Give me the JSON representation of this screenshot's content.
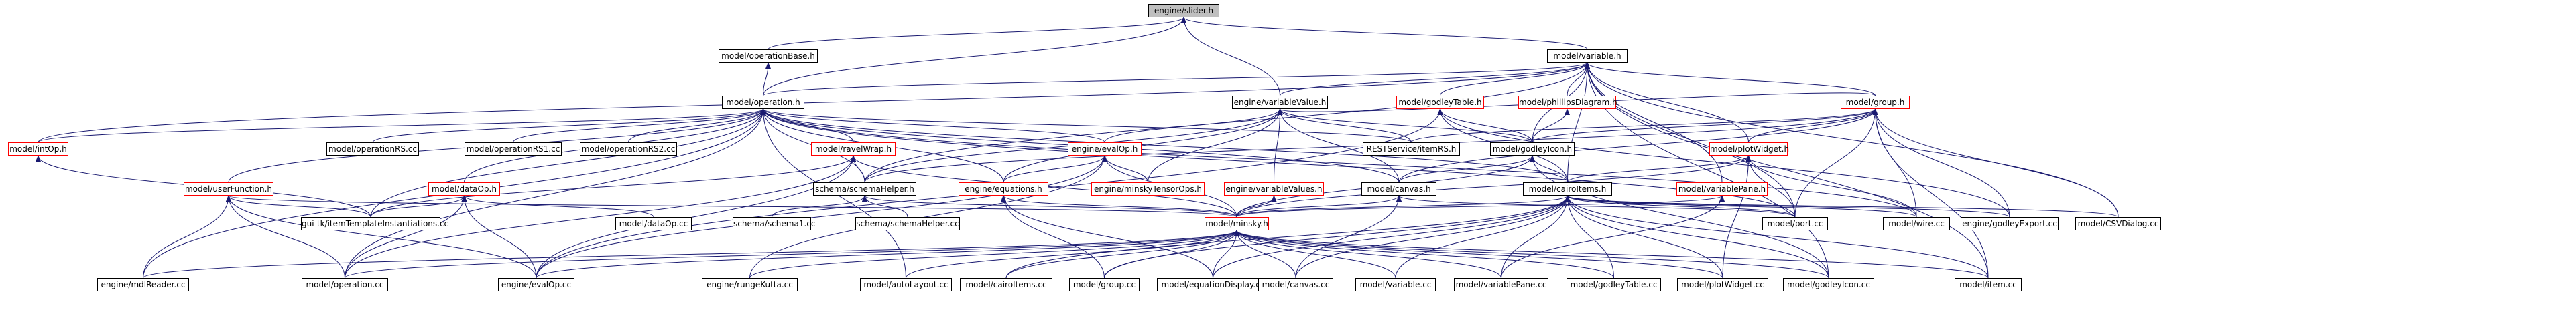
{
  "graph": {
    "nodes": [
      {
        "id": "slider",
        "label": "engine/slider.h",
        "style": "gray"
      },
      {
        "id": "opbase",
        "label": "model/operationBase.h",
        "style": "normal"
      },
      {
        "id": "variable",
        "label": "model/variable.h",
        "style": "normal"
      },
      {
        "id": "operation",
        "label": "model/operation.h",
        "style": "normal"
      },
      {
        "id": "varvalue",
        "label": "engine/variableValue.h",
        "style": "normal"
      },
      {
        "id": "godleytable",
        "label": "model/godleyTable.h",
        "style": "red"
      },
      {
        "id": "phillips",
        "label": "model/phillipsDiagram.h",
        "style": "red"
      },
      {
        "id": "group",
        "label": "model/group.h",
        "style": "red"
      },
      {
        "id": "intop",
        "label": "model/intOp.h",
        "style": "red"
      },
      {
        "id": "oprs",
        "label": "model/operationRS.cc",
        "style": "normal"
      },
      {
        "id": "oprs1",
        "label": "model/operationRS1.cc",
        "style": "normal"
      },
      {
        "id": "oprs2",
        "label": "model/operationRS2.cc",
        "style": "normal"
      },
      {
        "id": "ravelwrap",
        "label": "model/ravelWrap.h",
        "style": "red"
      },
      {
        "id": "evalop",
        "label": "engine/evalOp.h",
        "style": "red"
      },
      {
        "id": "restservice",
        "label": "RESTService/itemRS.h",
        "style": "normal"
      },
      {
        "id": "godleyicon",
        "label": "model/godleyIcon.h",
        "style": "normal"
      },
      {
        "id": "plotwidget",
        "label": "model/plotWidget.h",
        "style": "red"
      },
      {
        "id": "userfunc",
        "label": "model/userFunction.h",
        "style": "red"
      },
      {
        "id": "dataop",
        "label": "model/dataOp.h",
        "style": "red"
      },
      {
        "id": "schemahelper",
        "label": "schema/schemaHelper.h",
        "style": "normal"
      },
      {
        "id": "equations",
        "label": "engine/equations.h",
        "style": "red"
      },
      {
        "id": "minskytensor",
        "label": "engine/minskyTensorOps.h",
        "style": "red"
      },
      {
        "id": "varvalues",
        "label": "engine/variableValues.h",
        "style": "red"
      },
      {
        "id": "canvash",
        "label": "model/canvas.h",
        "style": "normal"
      },
      {
        "id": "cairoitemsh",
        "label": "model/cairoItems.h",
        "style": "normal"
      },
      {
        "id": "varpane",
        "label": "model/variablePane.h",
        "style": "red"
      },
      {
        "id": "guitk",
        "label": "gui-tk/itemTemplateInstantiations.cc",
        "style": "normal"
      },
      {
        "id": "dataopcc",
        "label": "model/dataOp.cc",
        "style": "normal"
      },
      {
        "id": "schema1",
        "label": "schema/schema1.cc",
        "style": "normal"
      },
      {
        "id": "schemahelpercc",
        "label": "schema/schemaHelper.cc",
        "style": "normal"
      },
      {
        "id": "minsky",
        "label": "model/minsky.h",
        "style": "red"
      },
      {
        "id": "portcc",
        "label": "model/port.cc",
        "style": "normal"
      },
      {
        "id": "wirecc",
        "label": "model/wire.cc",
        "style": "normal"
      },
      {
        "id": "godleyexport",
        "label": "engine/godleyExport.cc",
        "style": "normal"
      },
      {
        "id": "csvdialog",
        "label": "model/CSVDialog.cc",
        "style": "normal"
      },
      {
        "id": "mdlreader",
        "label": "engine/mdlReader.cc",
        "style": "normal"
      },
      {
        "id": "operationcc",
        "label": "model/operation.cc",
        "style": "normal"
      },
      {
        "id": "evalopcc",
        "label": "engine/evalOp.cc",
        "style": "normal"
      },
      {
        "id": "rungekutta",
        "label": "engine/rungeKutta.cc",
        "style": "normal"
      },
      {
        "id": "autolayout",
        "label": "model/autoLayout.cc",
        "style": "normal"
      },
      {
        "id": "cairoitemscc",
        "label": "model/cairoItems.cc",
        "style": "normal"
      },
      {
        "id": "groupcc",
        "label": "model/group.cc",
        "style": "normal"
      },
      {
        "id": "eqdisplay",
        "label": "model/equationDisplay.cc",
        "style": "normal"
      },
      {
        "id": "canvascc",
        "label": "model/canvas.cc",
        "style": "normal"
      },
      {
        "id": "variablecc",
        "label": "model/variable.cc",
        "style": "normal"
      },
      {
        "id": "varpanecc",
        "label": "model/variablePane.cc",
        "style": "normal"
      },
      {
        "id": "godleytablecc",
        "label": "model/godleyTable.cc",
        "style": "normal"
      },
      {
        "id": "plotwidgetcc",
        "label": "model/plotWidget.cc",
        "style": "normal"
      },
      {
        "id": "godleyiconcc",
        "label": "model/godleyIcon.cc",
        "style": "normal"
      },
      {
        "id": "itemcc",
        "label": "model/item.cc",
        "style": "normal"
      }
    ],
    "edges": [
      [
        "opbase",
        "slider"
      ],
      [
        "variable",
        "slider"
      ],
      [
        "operation",
        "slider"
      ],
      [
        "varvalue",
        "slider"
      ],
      [
        "operation",
        "opbase"
      ],
      [
        "operation",
        "variable"
      ],
      [
        "varvalue",
        "variable"
      ],
      [
        "godleytable",
        "variable"
      ],
      [
        "phillips",
        "variable"
      ],
      [
        "group",
        "variable"
      ],
      [
        "intop",
        "variable"
      ],
      [
        "godleyicon",
        "variable"
      ],
      [
        "plotwidget",
        "variable"
      ],
      [
        "cairoitemsh",
        "variable"
      ],
      [
        "varpane",
        "variable"
      ],
      [
        "portcc",
        "variable"
      ],
      [
        "itemcc",
        "variable"
      ],
      [
        "schemahelper",
        "variable"
      ],
      [
        "csvdialog",
        "variable"
      ],
      [
        "godleyiconcc",
        "variable"
      ],
      [
        "intop",
        "operation"
      ],
      [
        "oprs",
        "operation"
      ],
      [
        "oprs1",
        "operation"
      ],
      [
        "oprs2",
        "operation"
      ],
      [
        "ravelwrap",
        "operation"
      ],
      [
        "evalop",
        "operation"
      ],
      [
        "userfunc",
        "operation"
      ],
      [
        "dataop",
        "operation"
      ],
      [
        "schemahelper",
        "operation"
      ],
      [
        "equations",
        "operation"
      ],
      [
        "guitk",
        "operation"
      ],
      [
        "operationcc",
        "operation"
      ],
      [
        "cairoitemsh",
        "operation"
      ],
      [
        "canvash",
        "operation"
      ],
      [
        "portcc",
        "operation"
      ],
      [
        "wirecc",
        "operation"
      ],
      [
        "mdlreader",
        "operation"
      ],
      [
        "autolayout",
        "operation"
      ],
      [
        "restservice",
        "operation"
      ],
      [
        "evalop",
        "varvalue"
      ],
      [
        "godleyicon",
        "varvalue"
      ],
      [
        "schemahelper",
        "varvalue"
      ],
      [
        "minskytensor",
        "varvalue"
      ],
      [
        "varvalues",
        "varvalue"
      ],
      [
        "equations",
        "varvalue"
      ],
      [
        "group",
        "varvalue"
      ],
      [
        "restservice",
        "varvalue"
      ],
      [
        "canvash",
        "varvalue"
      ],
      [
        "godleyicon",
        "godleytable"
      ],
      [
        "cairoitemsh",
        "godleytable"
      ],
      [
        "godleyexport",
        "godleytable"
      ],
      [
        "evalopcc",
        "godleytable"
      ],
      [
        "godleyicon",
        "phillips"
      ],
      [
        "restservice",
        "group"
      ],
      [
        "godleyicon",
        "group"
      ],
      [
        "plotwidget",
        "group"
      ],
      [
        "schemahelper",
        "group"
      ],
      [
        "wirecc",
        "group"
      ],
      [
        "portcc",
        "group"
      ],
      [
        "godleyexport",
        "group"
      ],
      [
        "csvdialog",
        "group"
      ],
      [
        "itemcc",
        "group"
      ],
      [
        "canvash",
        "group"
      ],
      [
        "guitk",
        "intop"
      ],
      [
        "guitk",
        "ravelwrap"
      ],
      [
        "schemahelper",
        "ravelwrap"
      ],
      [
        "evalopcc",
        "ravelwrap"
      ],
      [
        "operationcc",
        "ravelwrap"
      ],
      [
        "minsky",
        "ravelwrap"
      ],
      [
        "equations",
        "evalop"
      ],
      [
        "minskytensor",
        "evalop"
      ],
      [
        "rungekutta",
        "evalop"
      ],
      [
        "minsky",
        "evalop"
      ],
      [
        "evalopcc",
        "evalop"
      ],
      [
        "canvash",
        "godleyicon"
      ],
      [
        "cairoitemsh",
        "godleyicon"
      ],
      [
        "minsky",
        "godleyicon"
      ],
      [
        "godleyiconcc",
        "godleyicon"
      ],
      [
        "cairoitemsh",
        "plotwidget"
      ],
      [
        "minsky",
        "plotwidget"
      ],
      [
        "portcc",
        "plotwidget"
      ],
      [
        "wirecc",
        "plotwidget"
      ],
      [
        "plotwidgetcc",
        "plotwidget"
      ],
      [
        "guitk",
        "userfunc"
      ],
      [
        "mdlreader",
        "userfunc"
      ],
      [
        "operationcc",
        "userfunc"
      ],
      [
        "evalopcc",
        "userfunc"
      ],
      [
        "minsky",
        "userfunc"
      ],
      [
        "guitk",
        "dataop"
      ],
      [
        "dataopcc",
        "dataop"
      ],
      [
        "evalopcc",
        "dataop"
      ],
      [
        "operationcc",
        "dataop"
      ],
      [
        "schema1",
        "schemahelper"
      ],
      [
        "schemahelpercc",
        "schemahelper"
      ],
      [
        "minsky",
        "schemahelper"
      ],
      [
        "minsky",
        "equations"
      ],
      [
        "eqdisplay",
        "equations"
      ],
      [
        "groupcc",
        "equations"
      ],
      [
        "minsky",
        "varvalues"
      ],
      [
        "minsky",
        "canvash"
      ],
      [
        "canvascc",
        "canvash"
      ],
      [
        "portcc",
        "canvash"
      ],
      [
        "minsky",
        "cairoitemsh"
      ],
      [
        "cairoitemscc",
        "cairoitemsh"
      ],
      [
        "groupcc",
        "cairoitemsh"
      ],
      [
        "variablecc",
        "cairoitemsh"
      ],
      [
        "godleytablecc",
        "cairoitemsh"
      ],
      [
        "plotwidgetcc",
        "cairoitemsh"
      ],
      [
        "portcc",
        "cairoitemsh"
      ],
      [
        "wirecc",
        "cairoitemsh"
      ],
      [
        "godleyexport",
        "cairoitemsh"
      ],
      [
        "csvdialog",
        "cairoitemsh"
      ],
      [
        "itemcc",
        "cairoitemsh"
      ],
      [
        "varpanecc",
        "cairoitemsh"
      ],
      [
        "godleyiconcc",
        "cairoitemsh"
      ],
      [
        "canvascc",
        "cairoitemsh"
      ],
      [
        "eqdisplay",
        "cairoitemsh"
      ],
      [
        "minsky",
        "varpane"
      ],
      [
        "varpanecc",
        "varpane"
      ],
      [
        "mdlreader",
        "minsky"
      ],
      [
        "operationcc",
        "minsky"
      ],
      [
        "evalopcc",
        "minsky"
      ],
      [
        "rungekutta",
        "minsky"
      ],
      [
        "autolayout",
        "minsky"
      ],
      [
        "cairoitemscc",
        "minsky"
      ],
      [
        "groupcc",
        "minsky"
      ],
      [
        "eqdisplay",
        "minsky"
      ],
      [
        "canvascc",
        "minsky"
      ],
      [
        "variablecc",
        "minsky"
      ],
      [
        "varpanecc",
        "minsky"
      ],
      [
        "godleytablecc",
        "minsky"
      ],
      [
        "plotwidgetcc",
        "minsky"
      ],
      [
        "godleyiconcc",
        "minsky"
      ],
      [
        "itemcc",
        "minsky"
      ]
    ]
  }
}
